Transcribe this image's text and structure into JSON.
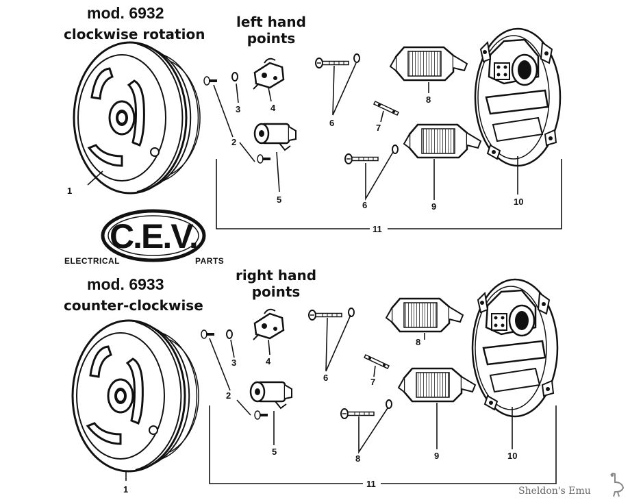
{
  "top_section": {
    "model": "mod. 6932",
    "rotation": "clockwise rotation",
    "points_line1": "left hand",
    "points_line2": "points"
  },
  "bottom_section": {
    "model": "mod. 6933",
    "rotation": "counter-clockwise",
    "points_line1": "right hand",
    "points_line2": "points"
  },
  "logo": {
    "letters": "C.E.V.",
    "left_caption": "ELECTRICAL",
    "right_caption": "PARTS"
  },
  "top_callouts": [
    "1",
    "2",
    "3",
    "4",
    "5",
    "6",
    "7",
    "8",
    "6",
    "9",
    "10",
    "11"
  ],
  "bottom_callouts": [
    "1",
    "2",
    "3",
    "4",
    "5",
    "6",
    "7",
    "8",
    "8",
    "9",
    "10",
    "11"
  ],
  "watermark": "Sheldon's Emu"
}
